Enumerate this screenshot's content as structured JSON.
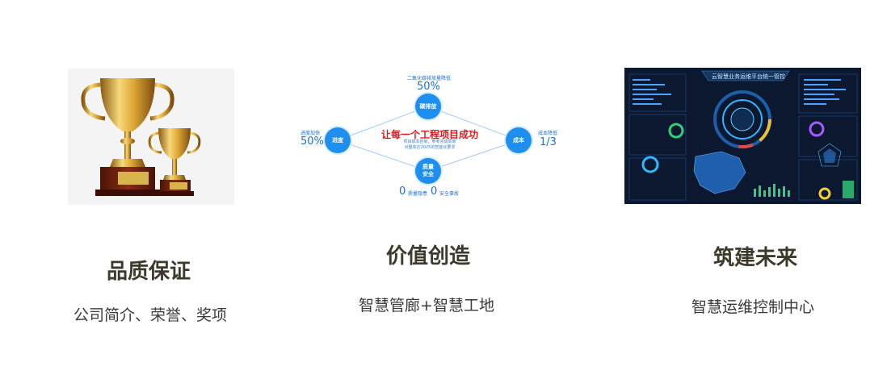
{
  "cards": [
    {
      "title": "品质保证",
      "subtitle": "公司简介、荣誉、奖项",
      "image_icon": "trophy-icon"
    },
    {
      "title": "价值创造",
      "subtitle": "智慧管廊+智慧工地",
      "image_icon": "diagram-icon",
      "diagram": {
        "center_title": "让每一个工程项目成功",
        "center_sub_1": "项目成本控制，参考完成效果",
        "center_sub_2": "对整体达2025的智能化要求",
        "top_node": "碳排放",
        "top_caption": "二氧化碳排放量降低",
        "top_value": "50%",
        "left_node": "进度",
        "left_caption": "进度加快",
        "left_value": "50%",
        "right_node": "成本",
        "right_caption": "成本降低",
        "right_value": "1/3",
        "bottom_node_line1": "质量",
        "bottom_node_line2": "安全",
        "bottom_stat_1_value": "0",
        "bottom_stat_1_label": "质量隐患",
        "bottom_stat_2_value": "0",
        "bottom_stat_2_label": "安全事故"
      }
    },
    {
      "title": "筑建未来",
      "subtitle": "智慧运维控制中心",
      "image_icon": "dashboard-icon",
      "dashboard": {
        "title": "云智慧业务运维平台统一管控"
      }
    }
  ],
  "colors": {
    "title": "#3d3a2c",
    "node_blue": "#1e8ef0",
    "diagram_red": "#e0191f",
    "dashboard_bg": "#0b1830"
  }
}
